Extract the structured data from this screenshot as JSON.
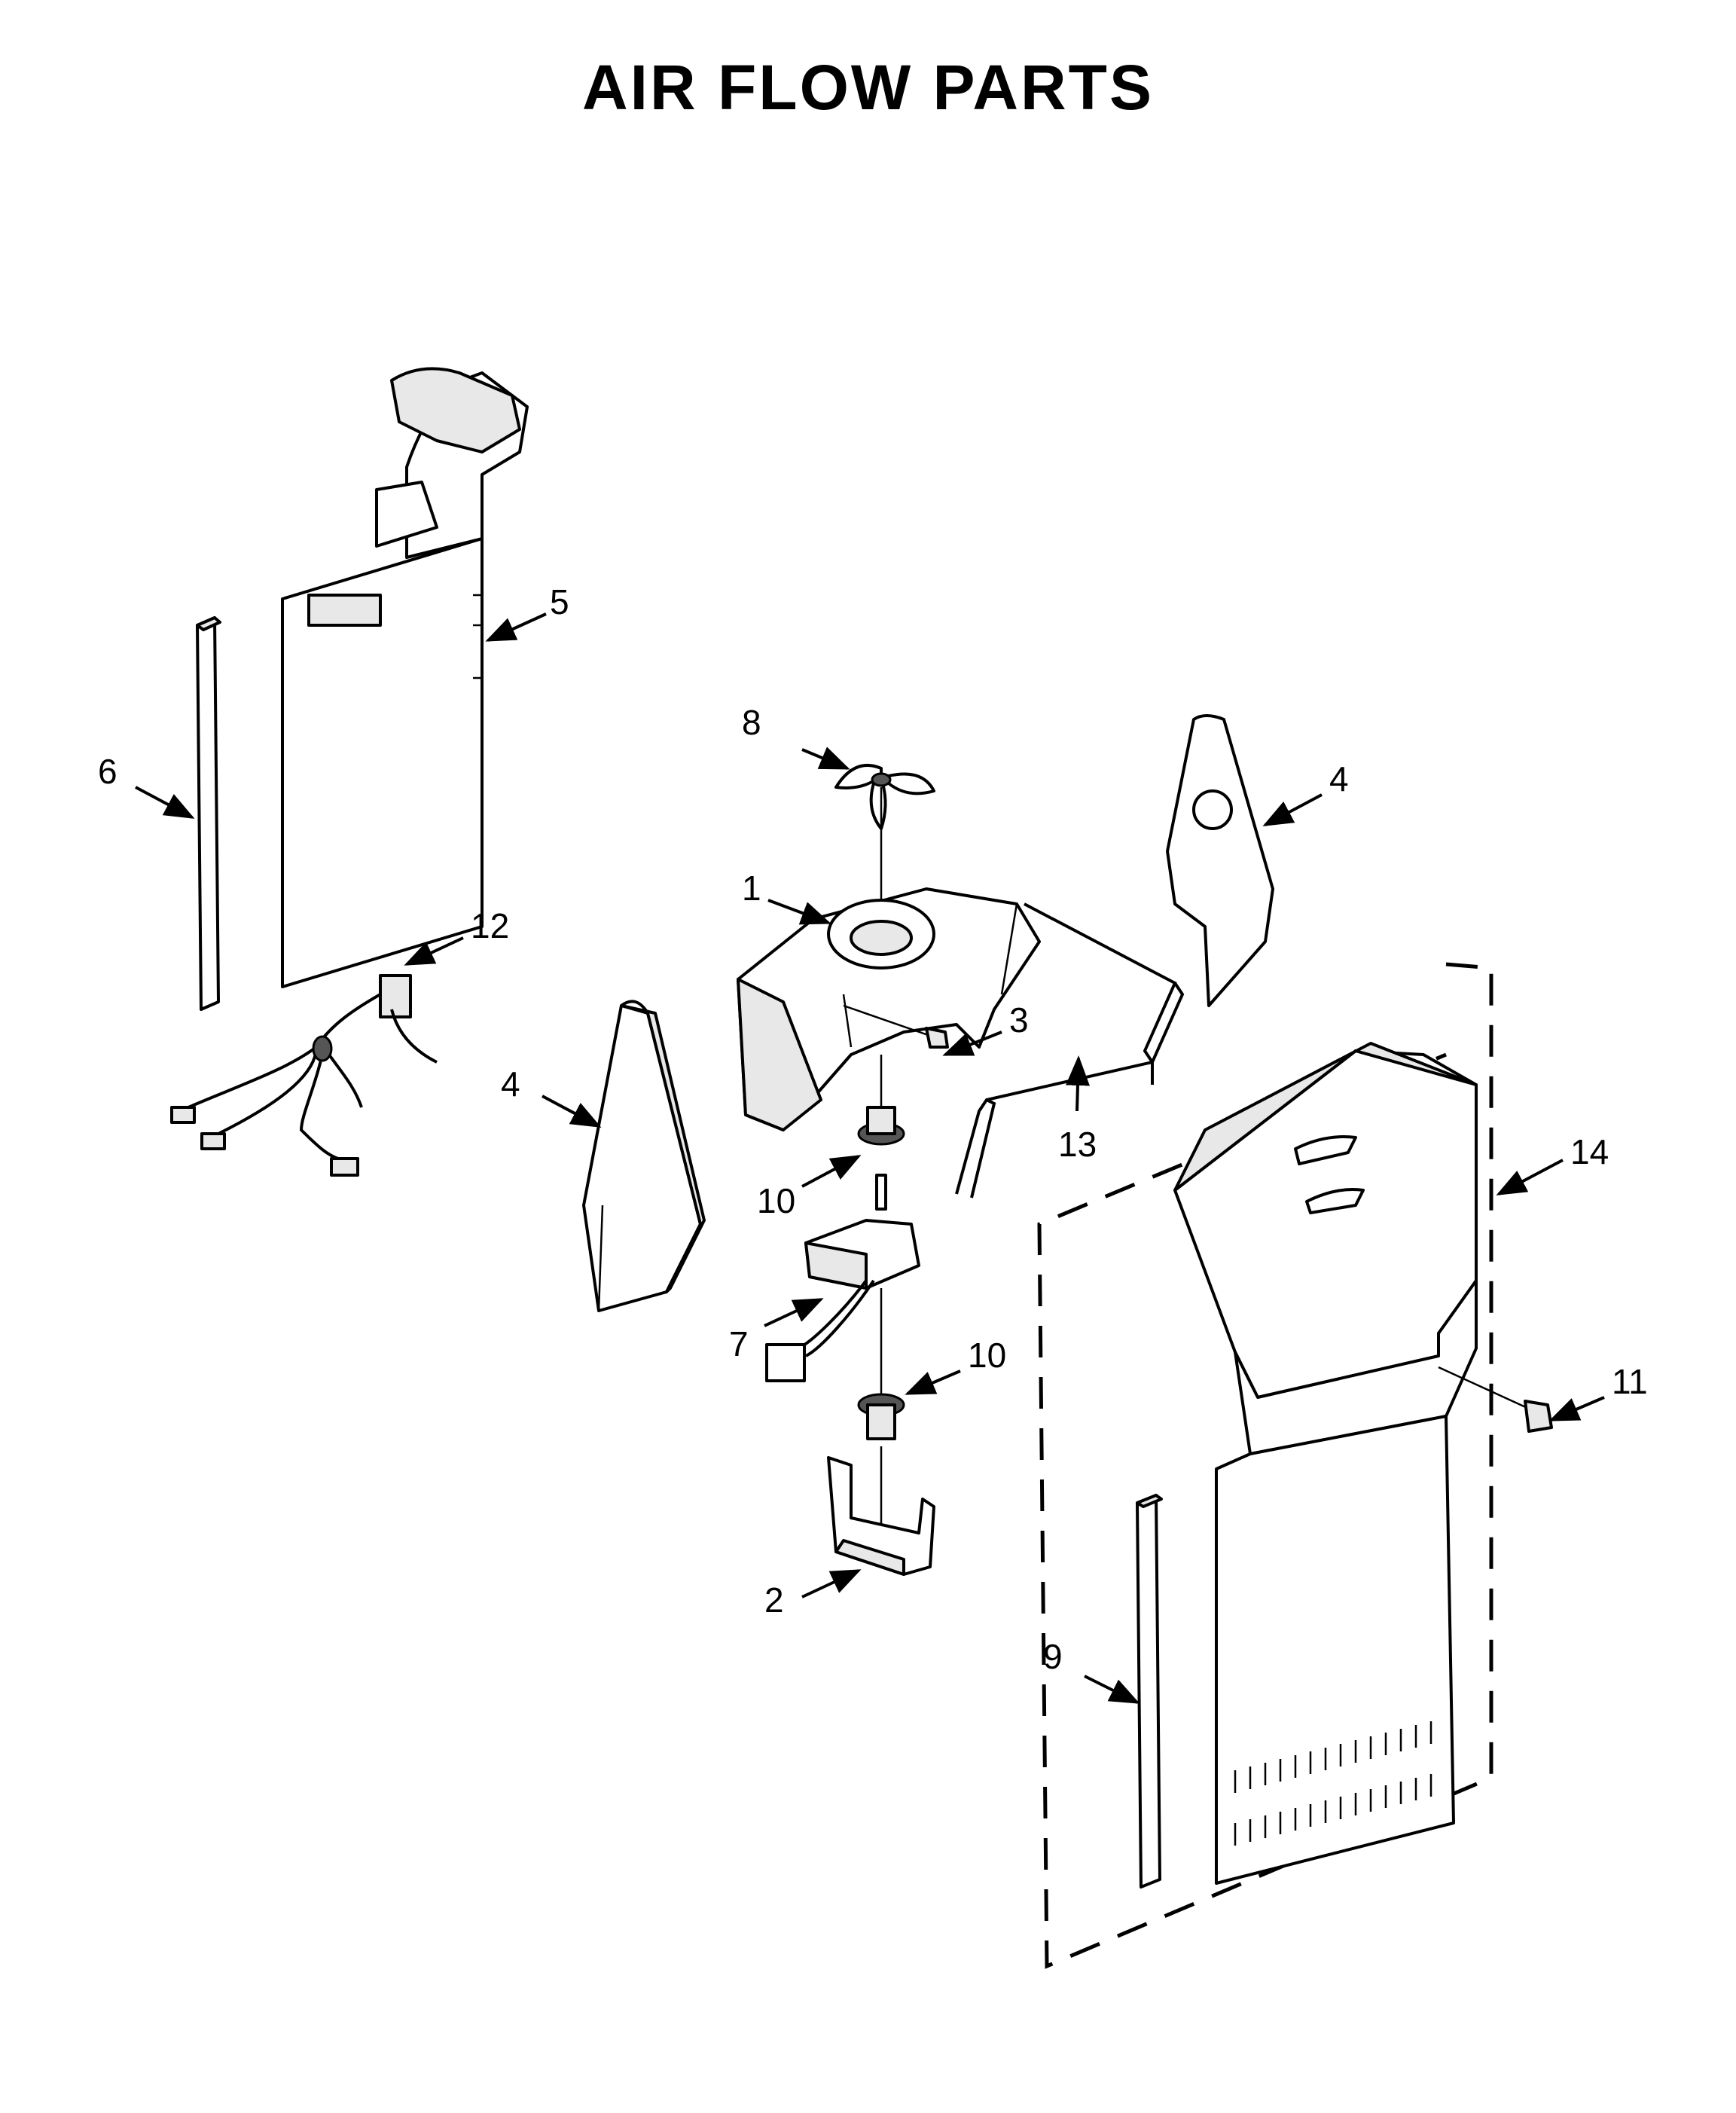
{
  "title": "AIR FLOW PARTS",
  "callouts": {
    "p1": "1",
    "p2": "2",
    "p3": "3",
    "p4a": "4",
    "p4b": "4",
    "p5": "5",
    "p6": "6",
    "p7": "7",
    "p8": "8",
    "p9": "9",
    "p10a": "10",
    "p10b": "10",
    "p11": "11",
    "p12": "12",
    "p13": "13",
    "p14": "14"
  }
}
